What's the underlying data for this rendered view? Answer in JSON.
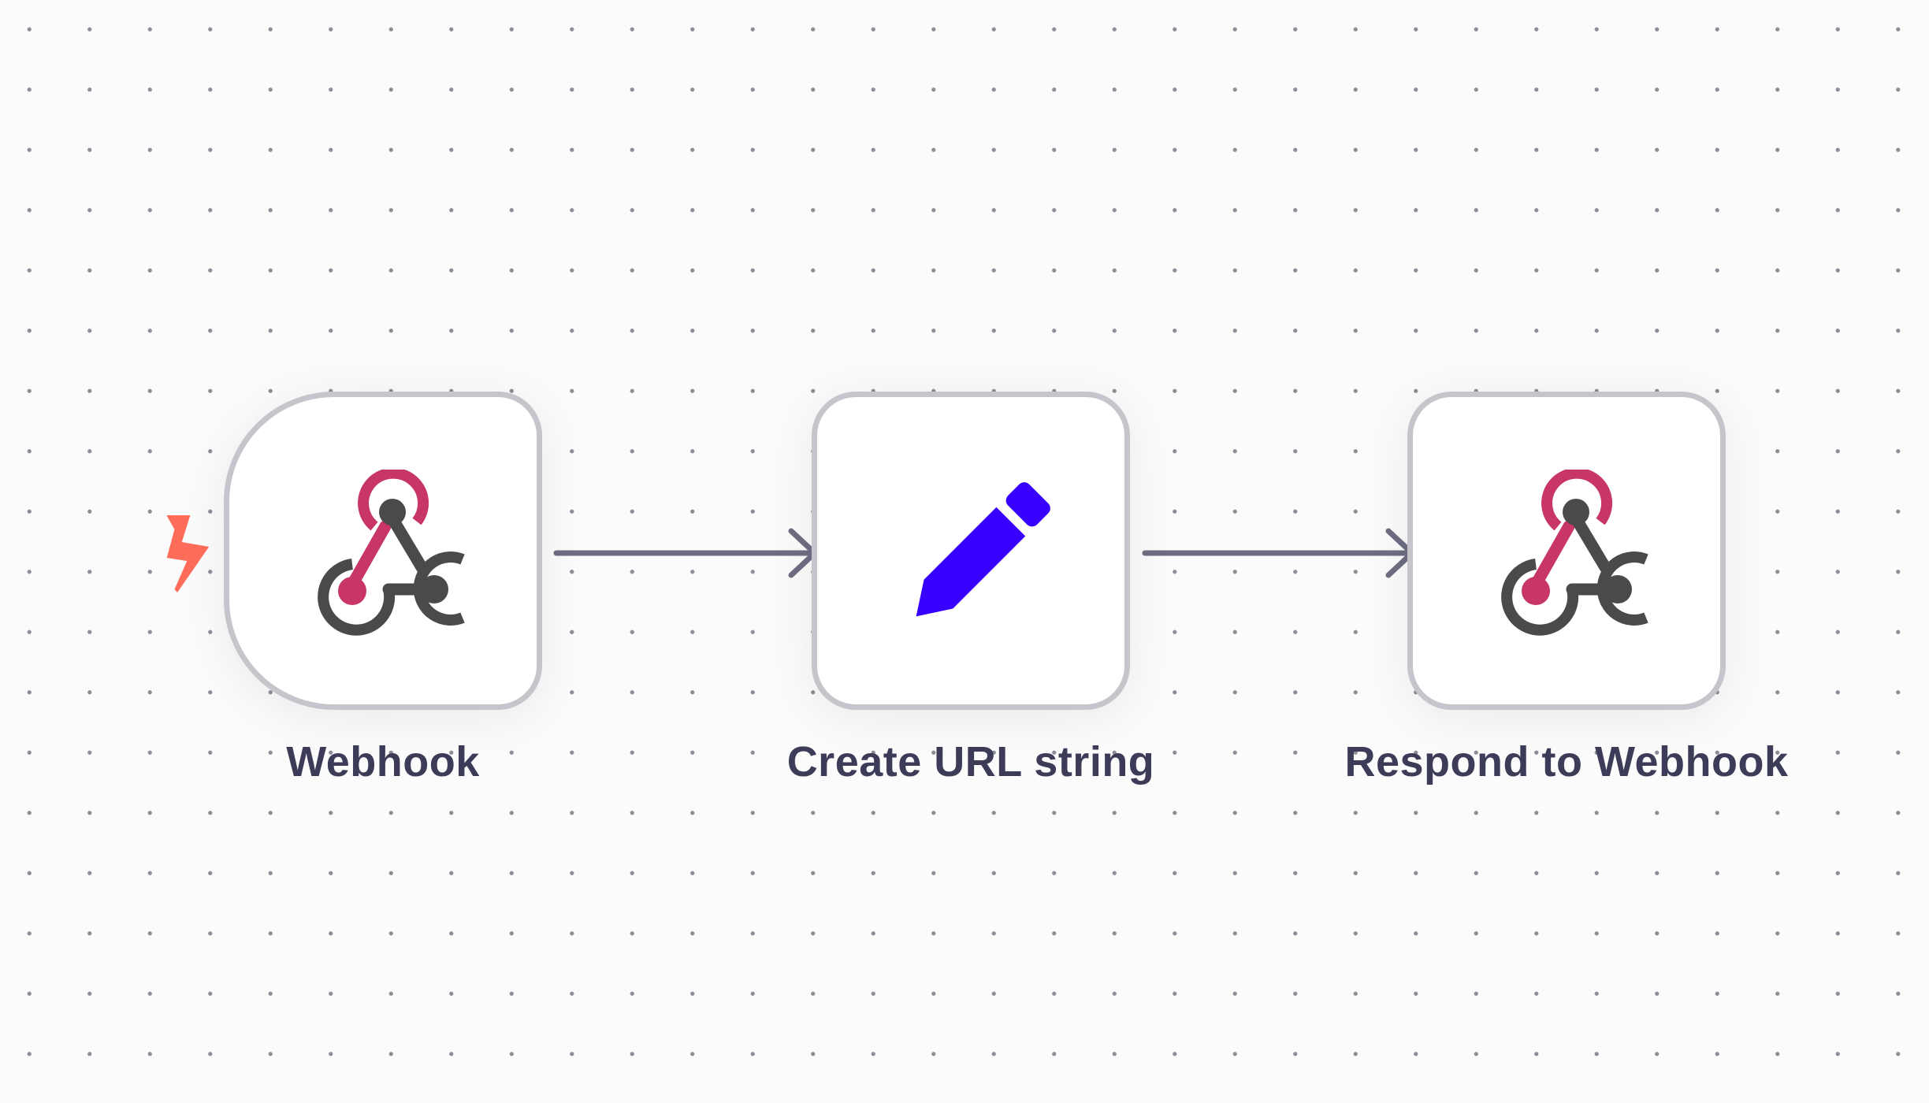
{
  "canvas": {
    "background": "#fbfbfb",
    "grid_dot_color": "#8e8e98"
  },
  "colors": {
    "node_border": "#c6c5cc",
    "connector": "#6e6d82",
    "label": "#3d3c58",
    "webhook_accent": "#c73664",
    "webhook_dark": "#4a4a4a",
    "edit_icon": "#3700ff",
    "trigger_bolt": "#ff6d5a"
  },
  "nodes": [
    {
      "id": "webhook",
      "label": "Webhook",
      "icon": "webhook-icon",
      "trigger": true
    },
    {
      "id": "create-url-string",
      "label": "Create URL string",
      "icon": "pencil-icon",
      "trigger": false
    },
    {
      "id": "respond-to-webhook",
      "label": "Respond to Webhook",
      "icon": "webhook-icon",
      "trigger": false
    }
  ],
  "connections": [
    {
      "from": "webhook",
      "to": "create-url-string"
    },
    {
      "from": "create-url-string",
      "to": "respond-to-webhook"
    }
  ]
}
